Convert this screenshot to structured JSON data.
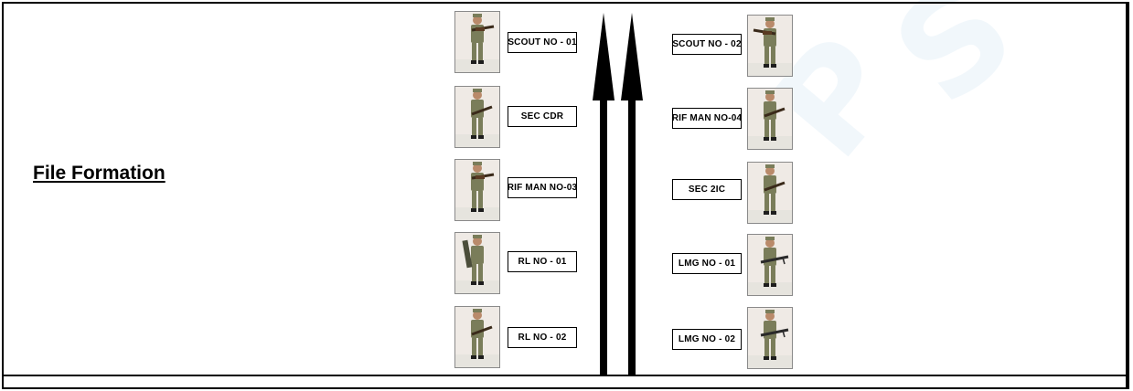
{
  "heading": "File Formation",
  "left_column": [
    {
      "label": "SCOUT NO - 01",
      "photo_icon": "soldier-aiming-rifle-icon"
    },
    {
      "label": "SEC CDR",
      "photo_icon": "soldier-standing-rifle-icon"
    },
    {
      "label": "RIF MAN NO-03",
      "photo_icon": "soldier-aiming-rifle-icon"
    },
    {
      "label": "RL NO - 01",
      "photo_icon": "soldier-rocket-launcher-icon"
    },
    {
      "label": "RL NO - 02",
      "photo_icon": "soldier-standing-rifle-icon"
    }
  ],
  "right_column": [
    {
      "label": "SCOUT NO - 02",
      "photo_icon": "soldier-aiming-rifle-icon"
    },
    {
      "label": "RIF MAN NO-04",
      "photo_icon": "soldier-standing-rifle-icon"
    },
    {
      "label": "SEC 2IC",
      "photo_icon": "soldier-standing-rifle-icon"
    },
    {
      "label": "LMG NO - 01",
      "photo_icon": "soldier-lmg-icon"
    },
    {
      "label": "LMG NO - 02",
      "photo_icon": "soldier-lmg-icon"
    }
  ],
  "arrows": {
    "count": 2,
    "direction": "up",
    "color": "#000000"
  },
  "colors": {
    "border": "#000000",
    "uniform_camo": "#7a7d5a",
    "background": "#ffffff"
  }
}
